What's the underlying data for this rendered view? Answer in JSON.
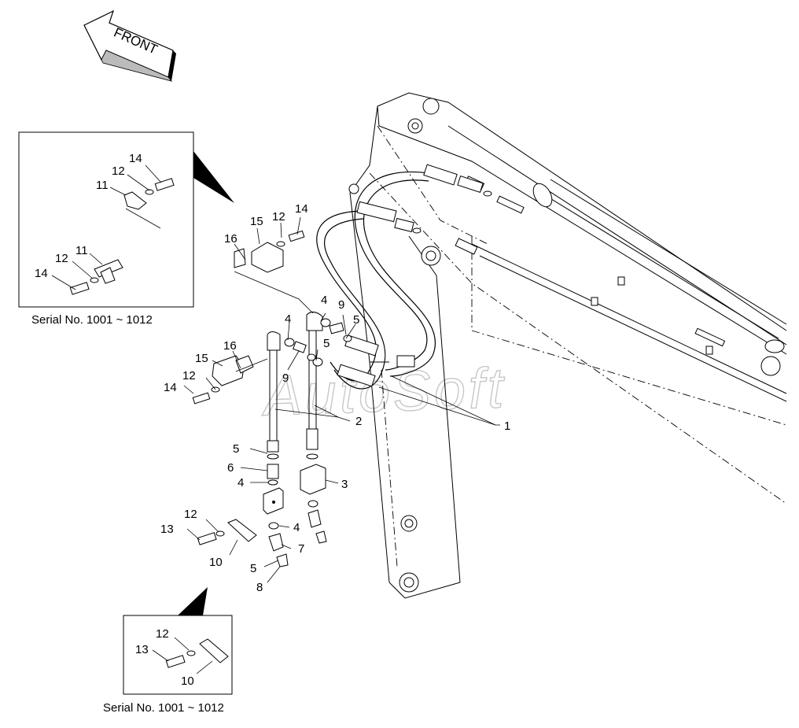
{
  "front_label": "FRONT",
  "watermark": "AutoSoft",
  "inset_top": {
    "caption": "Serial No. 1001 ~ 1012",
    "callouts": [
      "14",
      "12",
      "11",
      "11",
      "12",
      "14"
    ]
  },
  "inset_bottom": {
    "caption": "Serial No. 1001 ~ 1012",
    "callouts": [
      "12",
      "13",
      "10"
    ]
  },
  "callouts": {
    "c15a": "15",
    "c12a": "12",
    "c14a": "14",
    "c16a": "16",
    "c4a": "4",
    "c9a": "9",
    "c4b": "4",
    "c5a": "5",
    "c5b": "5",
    "c9b": "9",
    "c16b": "16",
    "c15b": "15",
    "c12b": "12",
    "c14b": "14",
    "c2": "2",
    "c1": "1",
    "c5c": "5",
    "c6": "6",
    "c4c": "4",
    "c3": "3",
    "c12c": "12",
    "c13": "13",
    "c4d": "4",
    "c7": "7",
    "c10": "10",
    "c5d": "5",
    "c8": "8"
  }
}
